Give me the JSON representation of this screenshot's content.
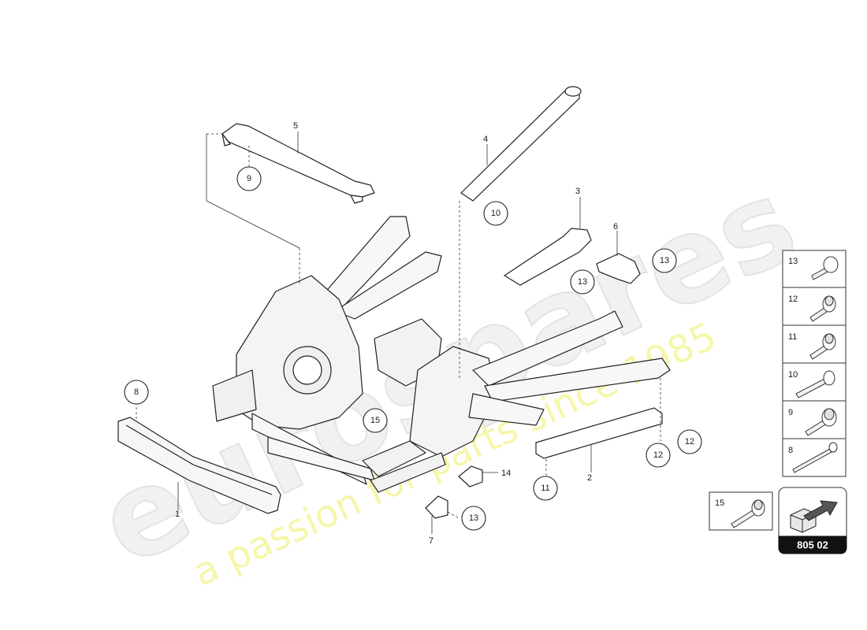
{
  "watermark": {
    "brand": "eurospares",
    "slogan": "a passion for parts since 1985"
  },
  "callouts": {
    "c1": "1",
    "c2": "2",
    "c3": "3",
    "c4": "4",
    "c5": "5",
    "c6": "6",
    "c7": "7",
    "c8": "8",
    "c9": "9",
    "c10": "10",
    "c11": "11",
    "c12a": "12",
    "c12b": "12",
    "c13a": "13",
    "c13b": "13",
    "c13c": "13",
    "c14": "14",
    "c15": "15"
  },
  "fastener_table": {
    "rows": [
      {
        "number": "13",
        "icon": "flanged-bolt-icon"
      },
      {
        "number": "12",
        "icon": "hex-flange-bolt-icon"
      },
      {
        "number": "11",
        "icon": "hex-flange-bolt-icon"
      },
      {
        "number": "10",
        "icon": "long-bolt-icon"
      },
      {
        "number": "9",
        "icon": "hex-flange-bolt-icon"
      },
      {
        "number": "8",
        "icon": "long-thin-bolt-icon"
      }
    ],
    "extra": {
      "number": "15",
      "icon": "hex-flange-bolt-icon"
    }
  },
  "reference": {
    "icon": "arrow-box-icon",
    "code": "805 02"
  }
}
